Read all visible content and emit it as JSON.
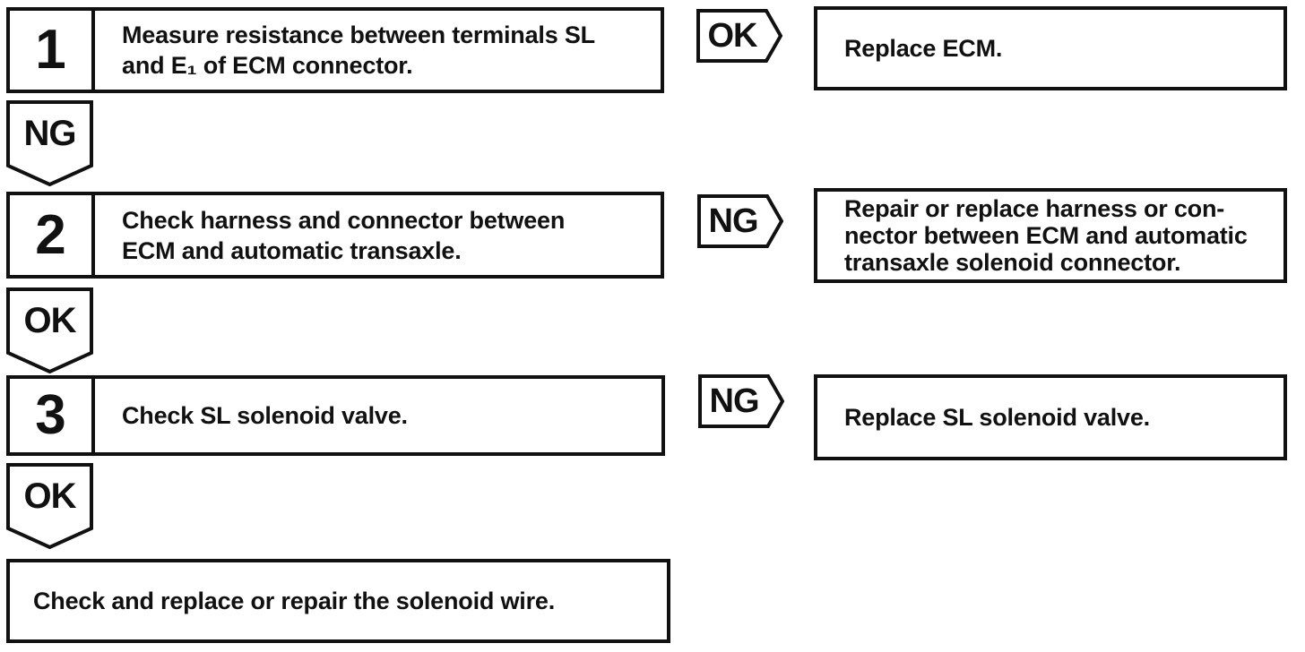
{
  "flowchart": {
    "colors": {
      "line": "#111111",
      "background": "#ffffff",
      "text": "#111111"
    },
    "steps": [
      {
        "number": "1",
        "lines": [
          "Measure resistance between terminals SL",
          "and E₁ of ECM connector."
        ],
        "down_label": "NG",
        "branch": {
          "label": "OK",
          "lines": [
            "Replace ECM."
          ]
        }
      },
      {
        "number": "2",
        "lines": [
          "Check harness and connector between",
          "ECM and automatic transaxle."
        ],
        "down_label": "OK",
        "branch": {
          "label": "NG",
          "lines": [
            "Repair or replace harness or con-",
            "nector between ECM and automatic",
            "transaxle solenoid connector."
          ]
        }
      },
      {
        "number": "3",
        "lines": [
          "Check SL solenoid valve."
        ],
        "down_label": "OK",
        "branch": {
          "label": "NG",
          "lines": [
            "Replace SL solenoid valve."
          ]
        }
      }
    ],
    "final": {
      "lines": [
        "Check and replace or repair the solenoid wire."
      ]
    }
  }
}
